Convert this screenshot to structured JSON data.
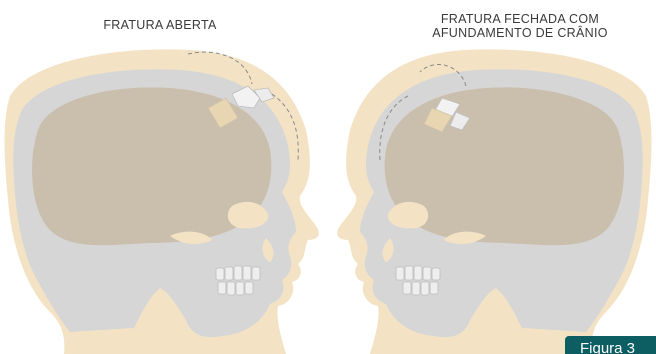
{
  "figure": {
    "left_label": "FRATURA ABERTA",
    "right_label_line1": "FRATURA FECHADA COM",
    "right_label_line2": "AFUNDAMENTO DE CRÂNIO",
    "tab_label": "Figura 3"
  },
  "colors": {
    "head": "#f3e3c4",
    "skull": "#d6d6d6",
    "brain": "#cabfad",
    "accent": "#0d5e63",
    "dash": "#8a8a8a"
  },
  "icons": [
    "skull-profile-left",
    "skull-profile-right",
    "bone-fragment"
  ]
}
